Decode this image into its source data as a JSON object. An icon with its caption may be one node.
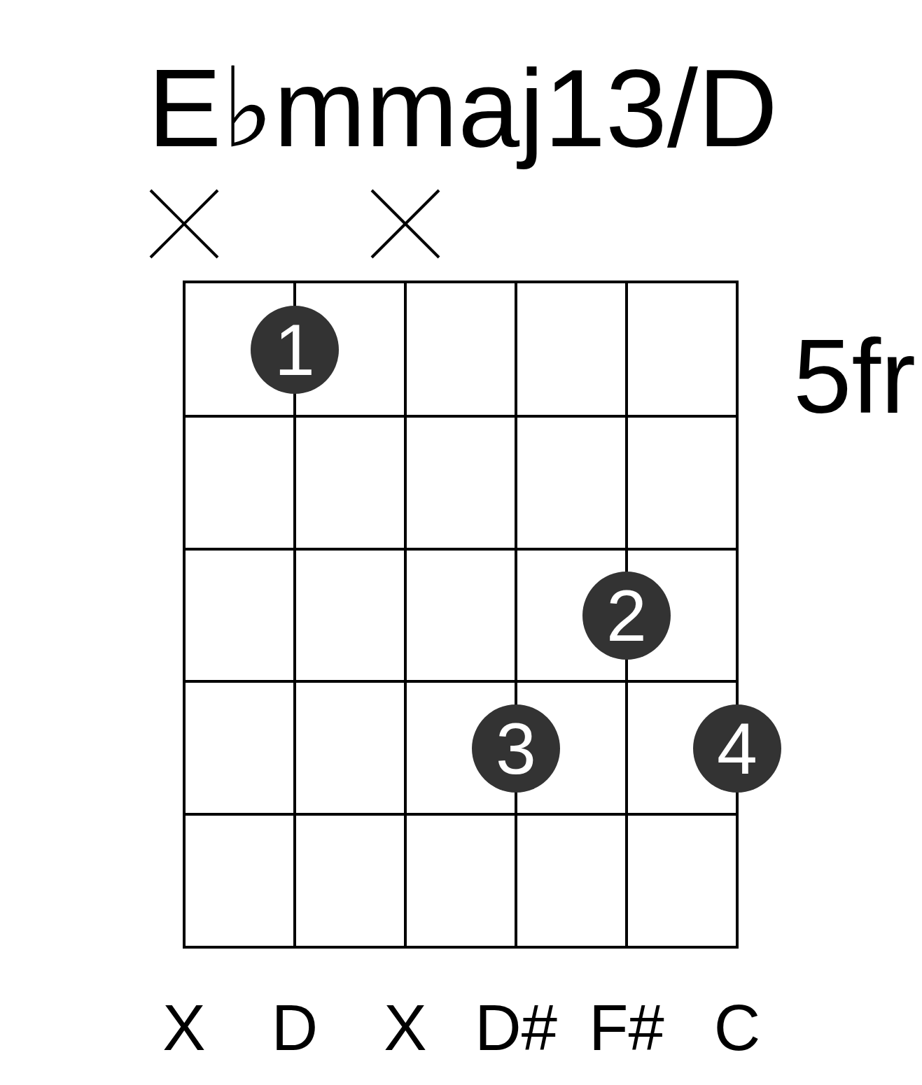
{
  "diagram": {
    "title": "E♭mmaj13/D",
    "nodes": [
      {
        "text": [
          "1"
        ]
      },
      {
        "text": [
          "2"
        ]
      },
      {
        "text": [
          "3"
        ]
      },
      {
        "text": [
          "4"
        ]
      }
    ],
    "labels": [
      "5fr",
      "X",
      "D",
      "X",
      "D#",
      "F#",
      "C"
    ]
  }
}
